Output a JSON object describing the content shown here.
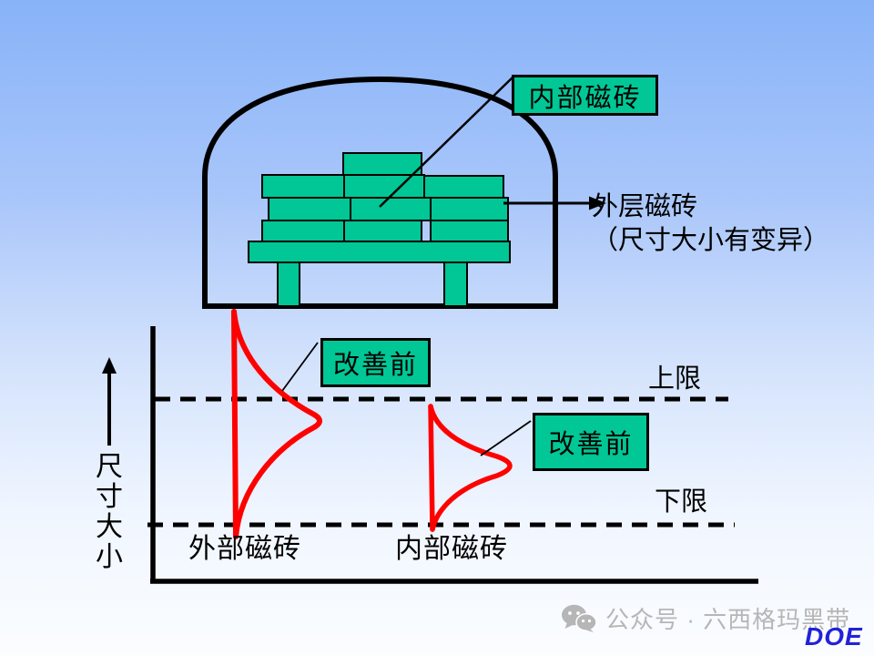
{
  "colors": {
    "tile_green": "#00c795",
    "curve_red": "#ff0000",
    "line_black": "#000000",
    "watermark_gray": "#b6b6b6",
    "doe_blue": "#2222d8",
    "background_top_blue": "#88b3f8",
    "background_bottom_white": "#fbfdff"
  },
  "kiln": {
    "inner_tile_label": "内部磁砖",
    "outer_tile_label_line1": "外层磁砖",
    "outer_tile_label_line2": "（尺寸大小有变异）"
  },
  "chart": {
    "y_axis_label": "尺寸大小",
    "y_axis_label_chars": [
      "尺",
      "寸",
      "大",
      "小"
    ],
    "upper_limit_label": "上限",
    "lower_limit_label": "下限",
    "curve_external_label": "外部磁砖",
    "curve_internal_label": "内部磁砖",
    "curve_external_tag": "改善前",
    "curve_internal_tag": "改善前",
    "curve_external_spread": "wide, exceeds upper and lower limits",
    "curve_internal_spread": "narrow, within limits"
  },
  "footer": {
    "wechat_icon": "wechat-icon",
    "watermark_text": "公众号 · 六西格玛黑带",
    "logo_text": "DOE"
  }
}
